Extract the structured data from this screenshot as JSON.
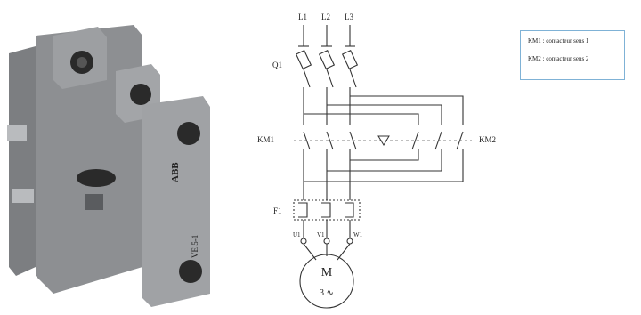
{
  "photo": {
    "brand": "ABB",
    "product_code": "VE 5-1",
    "colors": {
      "body": "#8d8f92",
      "body_dark": "#6b6d70",
      "face": "#9a9c9f",
      "screw": "#2a2a2a"
    }
  },
  "schematic": {
    "phases": [
      "L1",
      "L2",
      "L3"
    ],
    "breaker": "Q1",
    "contactor_1": "KM1",
    "contactor_2": "KM2",
    "overload_relay": "F1",
    "motor_terminals": [
      "U1",
      "V1",
      "W1"
    ],
    "motor_letter": "M",
    "motor_type": "3 ∿",
    "colors": {
      "line": "#333333",
      "dashed": "#555555"
    }
  },
  "legend": {
    "items": [
      "KM1 : contacteur sens 1",
      "KM2 : contacteur sens 2"
    ],
    "border_color": "#7fb2d6"
  }
}
